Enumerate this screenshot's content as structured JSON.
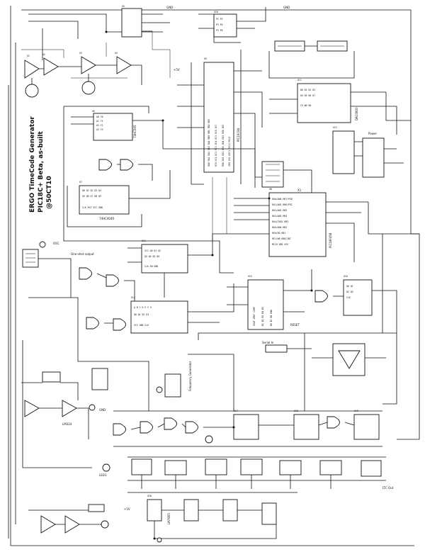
{
  "title_block": {
    "line1": "ERGO TimeCode Generator",
    "line2": "PIC18C+ Beta, as-built",
    "line3": "@50CT10"
  },
  "labels": {
    "gnd": "GND",
    "vcc": "+5V",
    "pic": "PIC18F458",
    "ram_chip": "PIC16C84",
    "lm7805": "LM7805",
    "dac": "DAC0800",
    "counter_chip": "74HC4040",
    "shift_reg": "74HC595",
    "osc": "OSC",
    "xtal": "X1",
    "opamp": "LM324",
    "led": "LED1",
    "reset": "RESET",
    "freq_gen": "Frequency Generator",
    "serial_in": "Serial In",
    "one_shot": "One-shot output",
    "ltc_out": "LTC Out",
    "power": "Power"
  },
  "ref_designators": [
    "U1",
    "U2",
    "U3",
    "U4",
    "U5",
    "U6",
    "U7",
    "U8",
    "U9",
    "U10",
    "U11",
    "U12",
    "U13",
    "U14",
    "U15",
    "U16",
    "U17",
    "U18",
    "U19",
    "U20"
  ]
}
